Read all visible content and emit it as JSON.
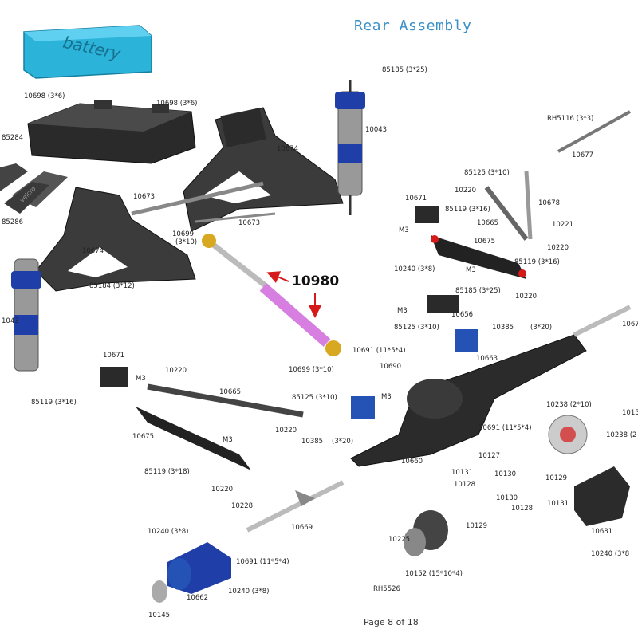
{
  "title": "Rear Assembly",
  "footer": "Page 8 of 18",
  "callout": "10980",
  "battery_text": "battery",
  "velcro_text": "velcro",
  "colors": {
    "title": "#3a8fc6",
    "battery": "#2bb3d9",
    "shock_blue": "#1f3ea8",
    "highlight_shaft": "#d77fe0",
    "arrow": "#d61a1a",
    "gold": "#d9a821",
    "part_dark": "#2a2a2a"
  },
  "labels": [
    "10698 (3*6)",
    "10698 (3*6)",
    "85284",
    "85286",
    "85185 (3*25)",
    "10043",
    "10674",
    "10674",
    "10673",
    "10673",
    "RH5116 (3*3)",
    "10677",
    "85125 (3*10)",
    "10220",
    "10671",
    "85119 (3*16)",
    "10665",
    "10678",
    "10221",
    "M3",
    "10675",
    "10220",
    "85119 (3*16)",
    "10699",
    "(3*10)",
    "85184 (3*12)",
    "10240 (3*8)",
    "M3",
    "85185 (3*25)",
    "10220",
    "M3",
    "10656",
    "85125 (3*10)",
    "10385",
    "(3*20)",
    "10663",
    "1067",
    "10691 (11*5*4)",
    "10690",
    "10699 (3*10)",
    "10671",
    "M3",
    "10220",
    "85119 (3*16)",
    "10665",
    "85125 (3*10)",
    "M3",
    "10220",
    "10385",
    "(3*20)",
    "10675",
    "M3",
    "85119 (3*18)",
    "10220",
    "10660",
    "10238 (2*10)",
    "1015",
    "10238 (2",
    "10691 (11*5*4)",
    "10127",
    "10131",
    "10128",
    "10130",
    "10129",
    "10130",
    "10128",
    "10131",
    "10228",
    "10669",
    "10129",
    "10240 (3*8)",
    "10691 (11*5*4)",
    "10240 (3*8)",
    "10225",
    "10152 (15*10*4)",
    "RH5526",
    "10662",
    "10145",
    "10681",
    "10240 (3*8",
    "1043"
  ]
}
